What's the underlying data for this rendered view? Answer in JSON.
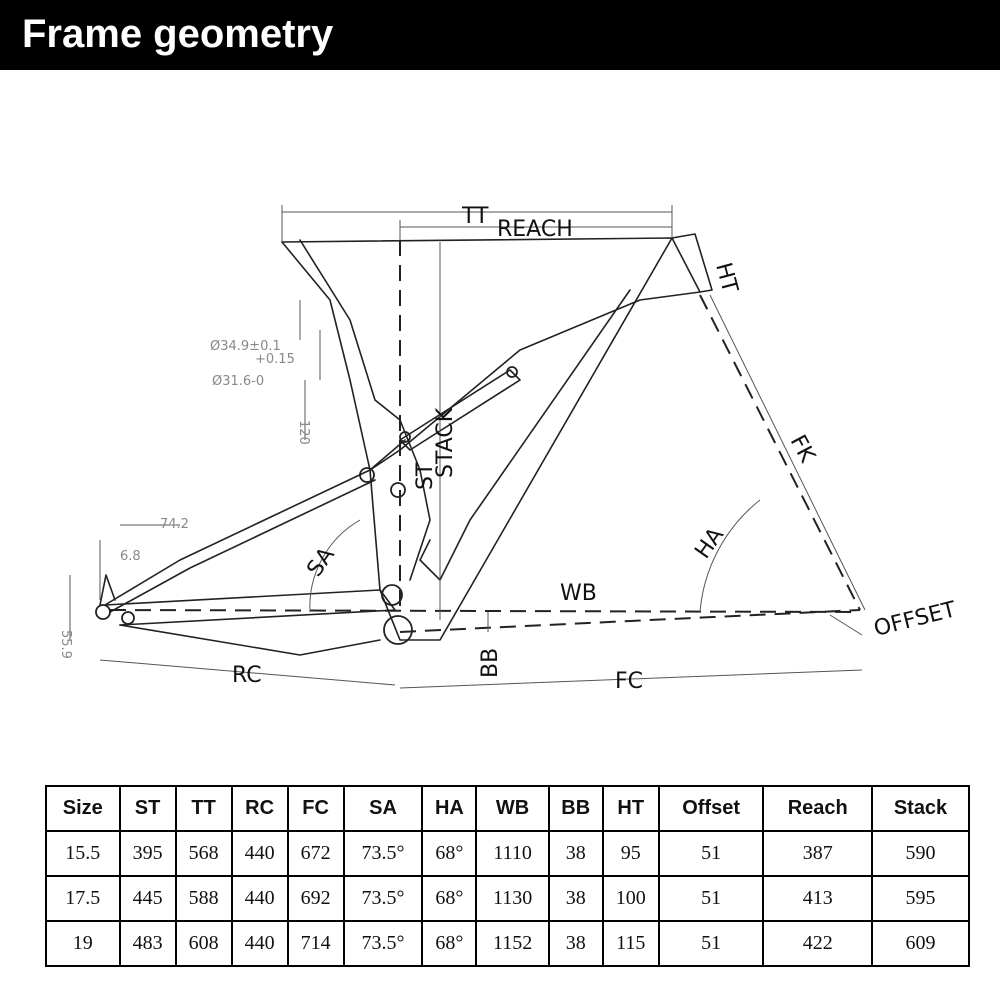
{
  "header": {
    "title": "Frame geometry"
  },
  "diagram": {
    "labels": {
      "tt": "TT",
      "reach": "REACH",
      "ht": "HT",
      "stack": "STACK",
      "st": "ST",
      "fk": "FK",
      "ha": "HA",
      "sa": "SA",
      "wb": "WB",
      "offset": "OFFSET",
      "rc": "RC",
      "bb": "BB",
      "fc": "FC"
    },
    "dims": {
      "seatpost_a": "Ø34.9±0.1",
      "seatpost_b": "+0.15",
      "seatpost_c": "Ø31.6-0",
      "len120": "120",
      "d742": "74.2",
      "d68": "6.8",
      "d559": "55.9"
    }
  },
  "table": {
    "headers": [
      "Size",
      "ST",
      "TT",
      "RC",
      "FC",
      "SA",
      "HA",
      "WB",
      "BB",
      "HT",
      "Offset",
      "Reach",
      "Stack"
    ],
    "rows": [
      [
        "15.5",
        "395",
        "568",
        "440",
        "672",
        "73.5°",
        "68°",
        "1110",
        "38",
        "95",
        "51",
        "387",
        "590"
      ],
      [
        "17.5",
        "445",
        "588",
        "440",
        "692",
        "73.5°",
        "68°",
        "1130",
        "38",
        "100",
        "51",
        "413",
        "595"
      ],
      [
        "19",
        "483",
        "608",
        "440",
        "714",
        "73.5°",
        "68°",
        "1152",
        "38",
        "115",
        "51",
        "422",
        "609"
      ]
    ]
  }
}
